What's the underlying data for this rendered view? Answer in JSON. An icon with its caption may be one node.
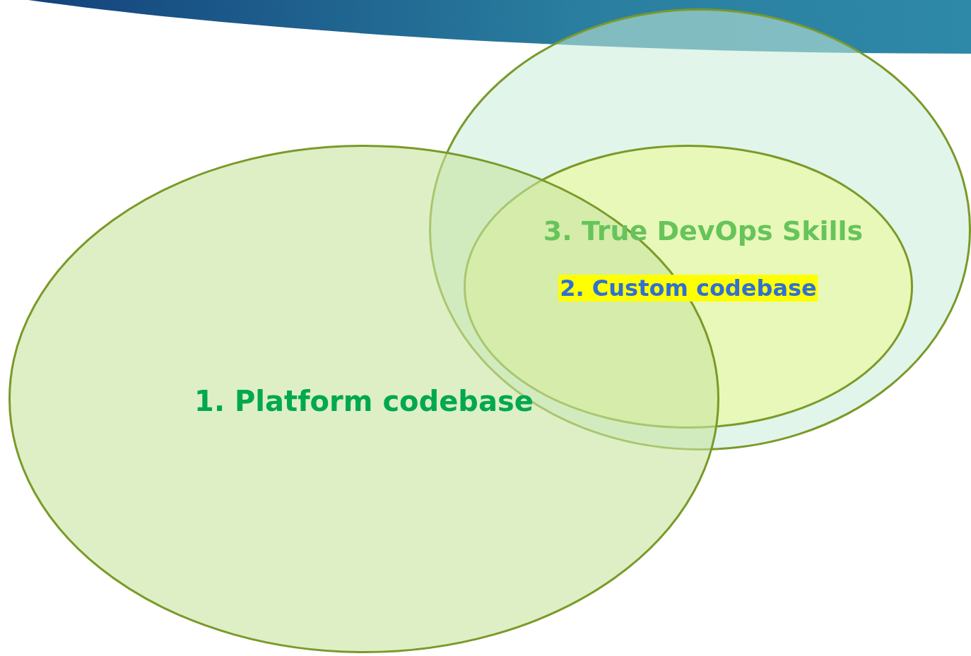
{
  "diagram": {
    "nodes": [
      {
        "text": [
          "1. Platform codebase"
        ]
      },
      {
        "text": [],
        "shape": "ellipse"
      },
      {
        "text": [
          "3. True DevOps Skills",
          "2. Custom codebase"
        ],
        "in": 1
      }
    ]
  }
}
